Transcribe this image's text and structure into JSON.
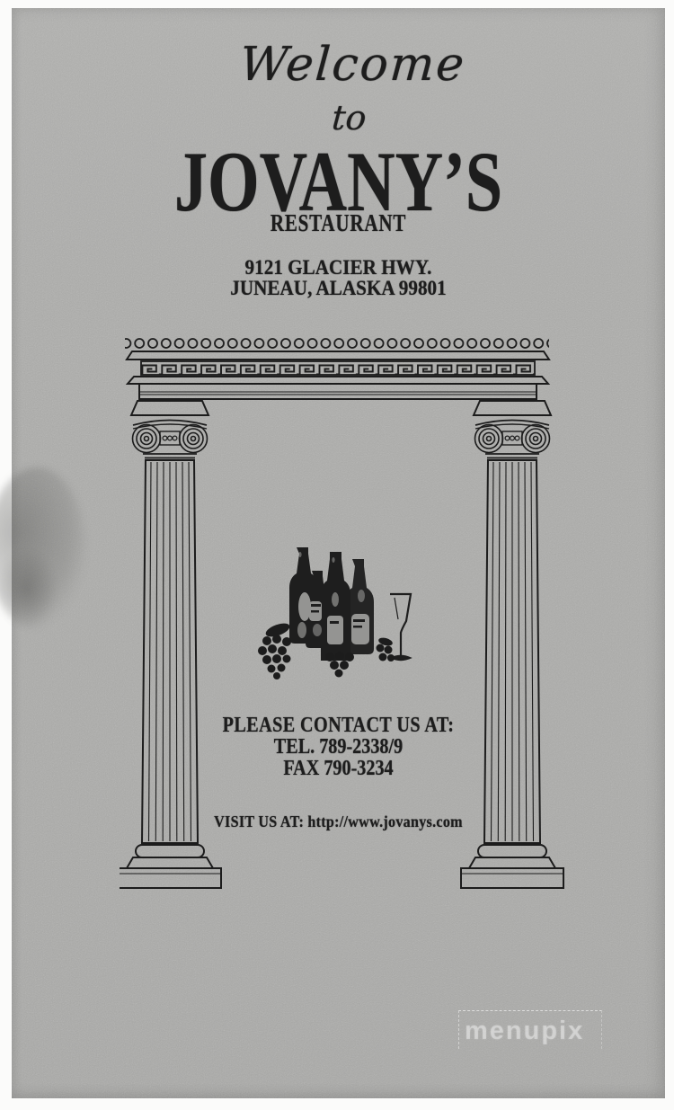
{
  "cover": {
    "greeting_line1": "Welcome",
    "greeting_line2": "to",
    "name": "JOVANY’S",
    "name_subtitle": "RESTAURANT",
    "address": {
      "line1": "9121 GLACIER HWY.",
      "line2": "JUNEAU, ALASKA 99801"
    },
    "contact": {
      "heading": "PLEASE CONTACT US AT:",
      "tel": "TEL. 789-2338/9",
      "fax": "FAX 790-3234"
    },
    "website": "VISIT US AT: http://www.jovanys.com"
  },
  "watermark": {
    "text": "menupix"
  },
  "illustrations": {
    "arch": "greek-ionic-columns-arch",
    "bottles": "wine-bottles-glass-grapes"
  },
  "colors": {
    "paper": "#a9a9a7",
    "ink": "#1d1d1d",
    "watermark_text": "#ffffff"
  }
}
